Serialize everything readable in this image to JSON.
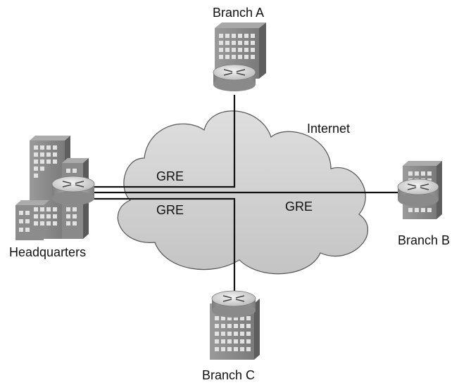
{
  "diagram": {
    "cloud_label": "Internet",
    "sites": {
      "headquarters": "Headquarters",
      "branch_a": "Branch A",
      "branch_b": "Branch B",
      "branch_c": "Branch C"
    },
    "tunnels": [
      {
        "from": "Headquarters",
        "to": "Branch A",
        "label": "GRE"
      },
      {
        "from": "Headquarters",
        "to": "Branch B",
        "label": "GRE"
      },
      {
        "from": "Headquarters",
        "to": "Branch C",
        "label": "GRE"
      }
    ],
    "colors": {
      "cloud_fill": "#cfcfcf",
      "building_front": "#8c8c8c",
      "building_side": "#5e5e5e",
      "window": "#e6e6e6",
      "router_top": "#dcdcdc",
      "router_body": "#9a9a9a",
      "line": "#111111"
    }
  }
}
